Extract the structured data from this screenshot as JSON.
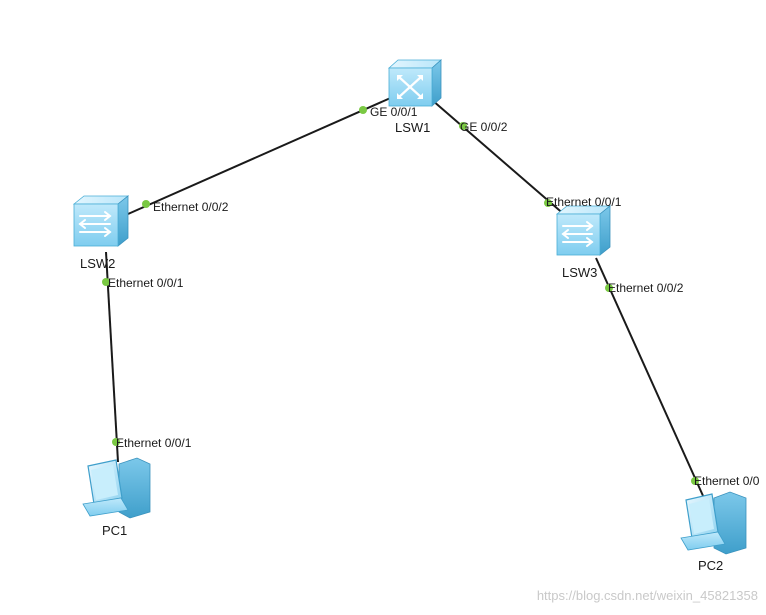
{
  "devices": {
    "lsw1": {
      "name": "LSW1",
      "type": "core-switch"
    },
    "lsw2": {
      "name": "LSW2",
      "type": "switch"
    },
    "lsw3": {
      "name": "LSW3",
      "type": "switch"
    },
    "pc1": {
      "name": "PC1",
      "type": "pc"
    },
    "pc2": {
      "name": "PC2",
      "type": "pc"
    }
  },
  "links": [
    {
      "from": "lsw1",
      "to": "lsw2",
      "from_port": "GE 0/0/1",
      "to_port": "Ethernet 0/0/2"
    },
    {
      "from": "lsw1",
      "to": "lsw3",
      "from_port": "GE 0/0/2",
      "to_port": "Ethernet 0/0/1"
    },
    {
      "from": "lsw2",
      "to": "pc1",
      "from_port": "Ethernet 0/0/1",
      "to_port": "Ethernet 0/0/1"
    },
    {
      "from": "lsw3",
      "to": "pc2",
      "from_port": "Ethernet 0/0/2",
      "to_port": "Ethernet 0/0"
    }
  ],
  "colors": {
    "link": "#1a1a1a",
    "port_dot": "#7ac943",
    "device_light": "#cdeefb",
    "device_mid": "#8fd6f3",
    "device_dark": "#4aaed6"
  },
  "watermark": "https://blog.csdn.net/weixin_45821358"
}
